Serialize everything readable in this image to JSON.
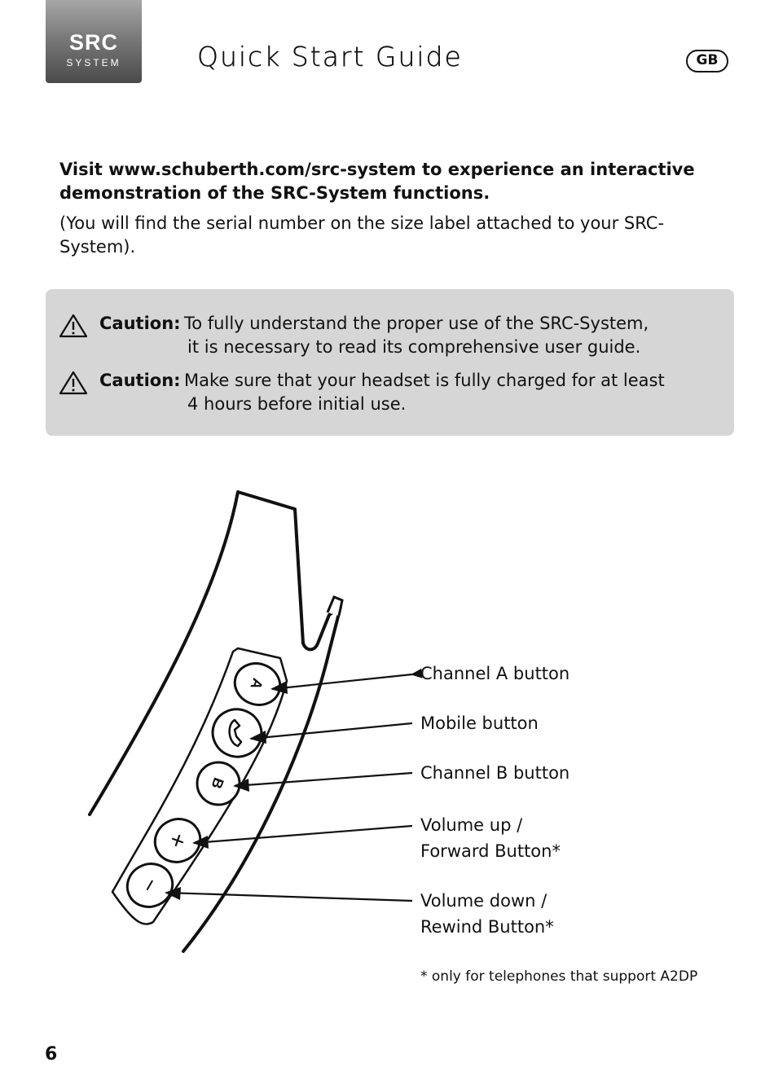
{
  "logo": {
    "main": "SRC",
    "sub": "SYSTEM"
  },
  "header": {
    "title": "Quick Start Guide",
    "language_badge": "GB"
  },
  "intro": {
    "visit_text": "Visit www.schuberth.com/src-system to experience an interactive demonstration of the SRC-System functions.",
    "serial_note": "(You will find the serial number on the size label attached to your SRC-System)."
  },
  "cautions": [
    {
      "label": "Caution:",
      "line1": "To fully understand the proper use of the SRC-System,",
      "line2": "it is necessary to read its comprehensive user guide.",
      "icon": "warning-triangle-icon"
    },
    {
      "label": "Caution:",
      "line1": "Make sure that your headset is fully charged for at least",
      "line2": "4 hours before initial use.",
      "icon": "warning-triangle-icon"
    }
  ],
  "diagram": {
    "button_glyphs": {
      "channel_a": "A",
      "channel_b": "B",
      "volume_up": "+",
      "volume_down": "−"
    },
    "callouts": {
      "channel_a": "Channel A button",
      "mobile": "Mobile button",
      "channel_b": "Channel B button",
      "volume_up_line1": "Volume up /",
      "volume_up_line2": "Forward Button*",
      "volume_down_line1": "Volume down /",
      "volume_down_line2": "Rewind Button*"
    },
    "footnote": "* only for telephones that support A2DP"
  },
  "page_number": "6"
}
